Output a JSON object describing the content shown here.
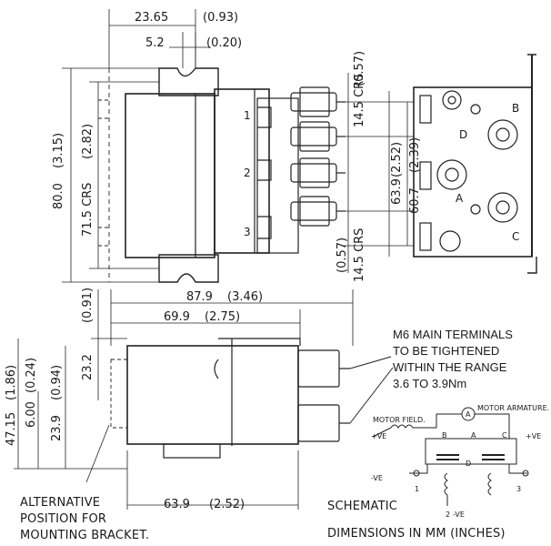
{
  "top_view": {
    "width_top": "23.65",
    "width_top_in": "(0.93)",
    "slot": "5.2",
    "slot_in": "(0.20)",
    "height_overall": "80.0",
    "height_overall_in": "(3.15)",
    "mount_crs": "71.5 CRS",
    "mount_crs_in": "(2.82)",
    "terminal_labels": [
      "1",
      "2",
      "3"
    ]
  },
  "side_view": {
    "top_gap_in": "(0.57)",
    "top_crs": "14.5 CRS",
    "span_a": "63.9",
    "span_a_in": "(2.52)",
    "span_b": "60.7",
    "span_b_in": "(2.39)",
    "bottom_gap_in": "(0.57)",
    "bottom_crs": "14.5 CRS",
    "terminal_letters": [
      "B",
      "D",
      "A",
      "C"
    ]
  },
  "front_view": {
    "length_overall": "87.9",
    "length_overall_in": "(3.46)",
    "length_body": "69.9",
    "length_body_in": "(2.75)",
    "top_offset_in": "(0.91)",
    "terminal_height": "23.2",
    "terminal_height_in": "(0.94)",
    "height_total": "47.15",
    "height_total_in": "(1.86)",
    "bracket_offset": "6.00",
    "bracket_offset_in": "(0.24)",
    "lower_height": "23.9",
    "base_length": "63.9",
    "base_length_in": "(2.52)"
  },
  "notes": {
    "torque_lines": [
      "M6 MAIN TERMINALS",
      "TO BE TIGHTENED",
      "WITHIN THE RANGE",
      "3.6  TO  3.9Nm"
    ],
    "bracket_lines": [
      "ALTERNATIVE",
      "POSITION FOR",
      "MOUNTING BRACKET."
    ],
    "schematic_title": "SCHEMATIC",
    "units": "DIMENSIONS IN MM (INCHES)"
  },
  "schematic": {
    "motor_armature": "MOTOR ARMATURE.",
    "motor_field": "MOTOR FIELD.",
    "armature_symbol": "A",
    "pos_left": "+VE",
    "pos_right": "+VE",
    "neg_left": "-VE",
    "neg_bottom": "-VE",
    "contact_letters": [
      "B",
      "A",
      "C",
      "D"
    ],
    "coil_numbers": [
      "1",
      "2",
      "3"
    ]
  }
}
